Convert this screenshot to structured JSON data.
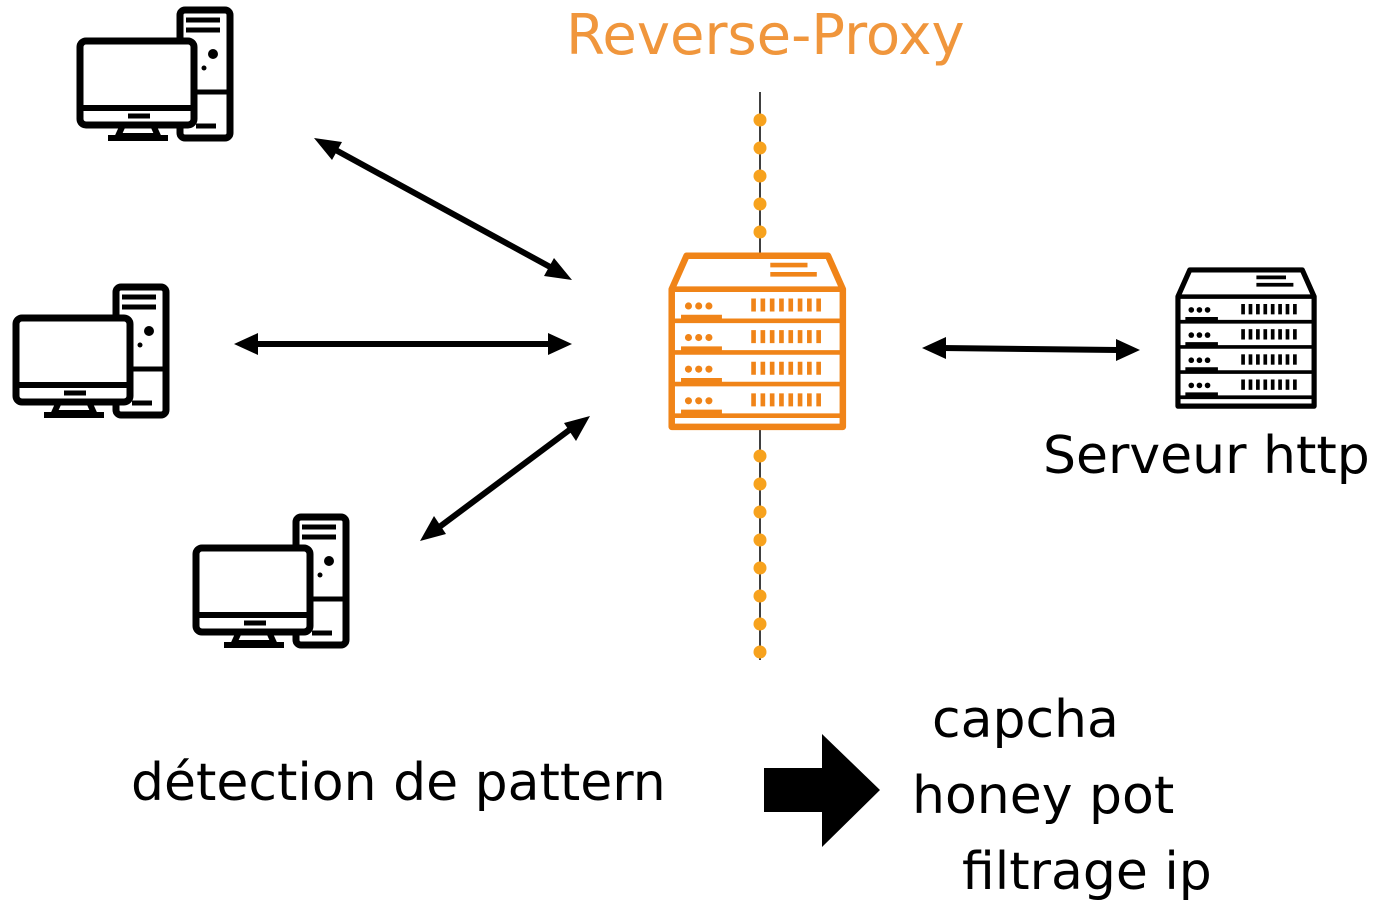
{
  "title": "Reverse-Proxy",
  "server_label": "Serveur http",
  "pattern_label": "détection de pattern",
  "mitigations": [
    "capcha",
    "honey pot",
    "filtrage ip"
  ],
  "icons": {
    "clients": [
      "desktop-computer-icon",
      "desktop-computer-icon",
      "desktop-computer-icon"
    ],
    "proxy": "server-rack-icon",
    "server": "server-rack-icon"
  },
  "colors": {
    "accent": "#f0963c",
    "proxy": "#f08418",
    "dots": "#f7a21d",
    "ink": "#000000"
  }
}
